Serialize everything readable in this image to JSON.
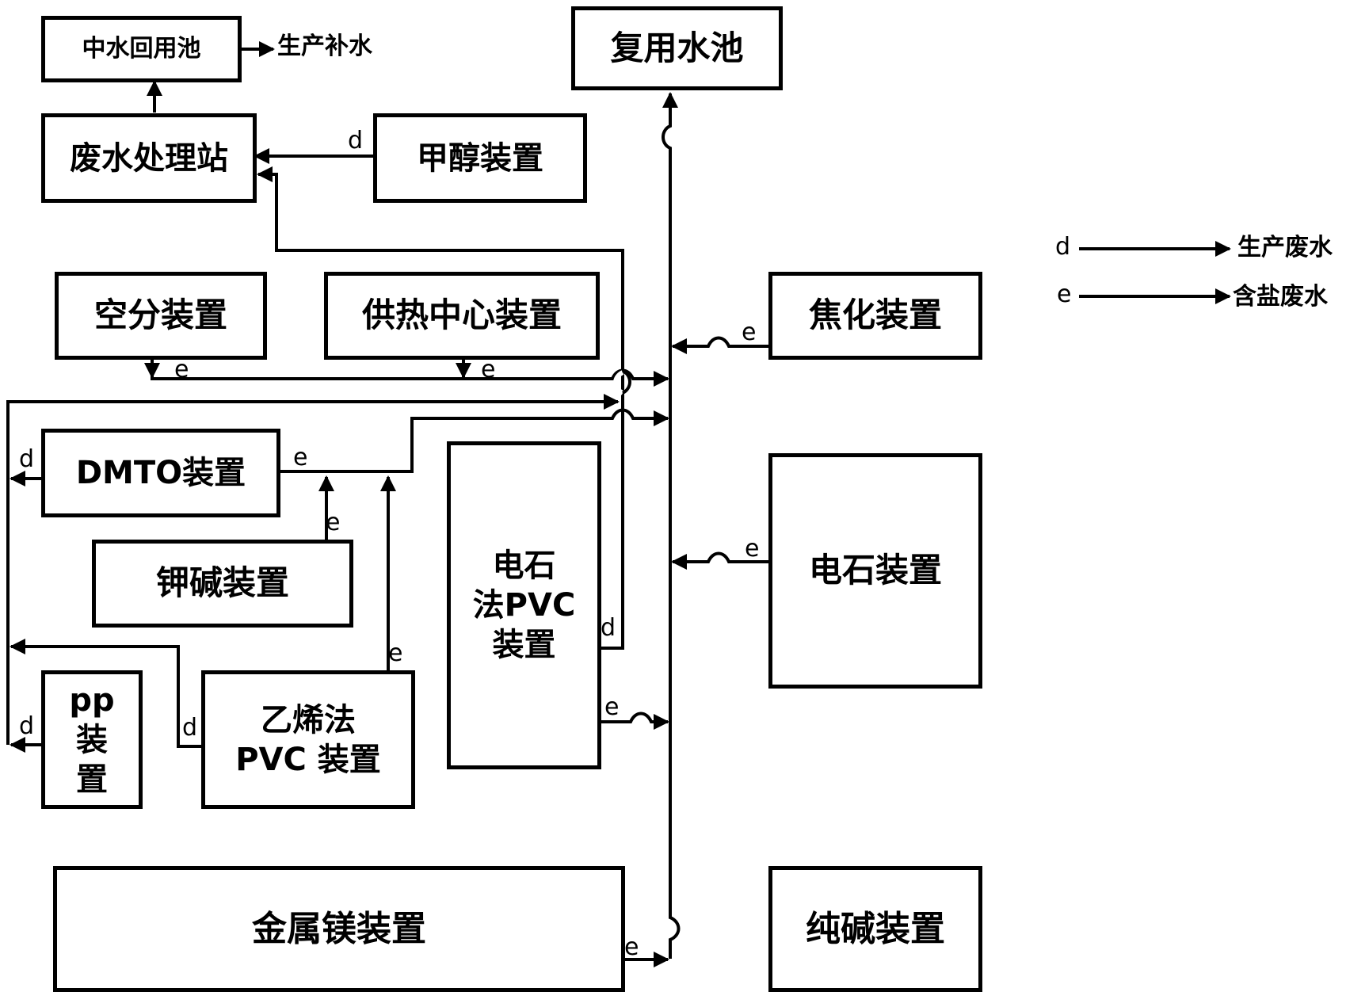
{
  "boxes": {
    "reclaimed_pool": "中水回用池",
    "reuse_pool": "复用水池",
    "wastewater_station": "废水处理站",
    "methanol_unit": "甲醇装置",
    "air_separation_unit": "空分装置",
    "heating_center_unit": "供热中心装置",
    "coking_unit": "焦化装置",
    "dmto_unit": "DMTO装置",
    "potash_unit": "钾碱装置",
    "calcium_carbide_pvc_unit": "电石\n法PVC\n装置",
    "calcium_carbide_unit": "电石装置",
    "pp_unit": "pp\n装\n置",
    "ethylene_pvc_unit": "乙烯法\nPVC 装置",
    "magnesium_unit": "金属镁装置",
    "soda_ash_unit": "纯碱装置"
  },
  "flows": {
    "production_makeup": "生产补水",
    "d": "d",
    "e": "e"
  },
  "legend": {
    "d_key": "d",
    "d_text": "生产废水",
    "e_key": "e",
    "e_text": "含盐废水"
  }
}
